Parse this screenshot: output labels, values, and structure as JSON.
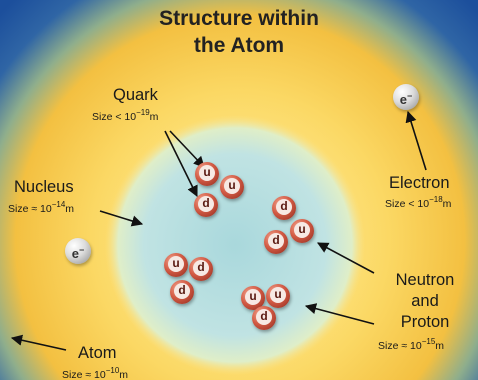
{
  "title_line1": "Structure within",
  "title_line2": "the Atom",
  "labels": {
    "quark": "Quark",
    "quark_size": "Size < 10",
    "quark_exp": "−19",
    "nucleus": "Nucleus",
    "nucleus_size": "Size ≈ 10",
    "nucleus_exp": "−14",
    "electron": "Electron",
    "electron_size": "Size < 10",
    "electron_exp": "−18",
    "neutron_line1": "Neutron",
    "neutron_line2": "and",
    "neutron_line3": "Proton",
    "proton_size": "Size ≈ 10",
    "proton_exp": "−15",
    "atom": "Atom",
    "atom_size": "Size ≈ 10",
    "atom_exp": "−10",
    "unit": "m"
  },
  "particles": {
    "electron_symbol": "e",
    "electron_charge": "−",
    "up": "u",
    "down": "d"
  },
  "colors": {
    "outer_space": "#1f5aa8",
    "atom_cloud": "#f6c84a",
    "nucleus": "#bfe1e2",
    "quark": "#d35b45"
  }
}
